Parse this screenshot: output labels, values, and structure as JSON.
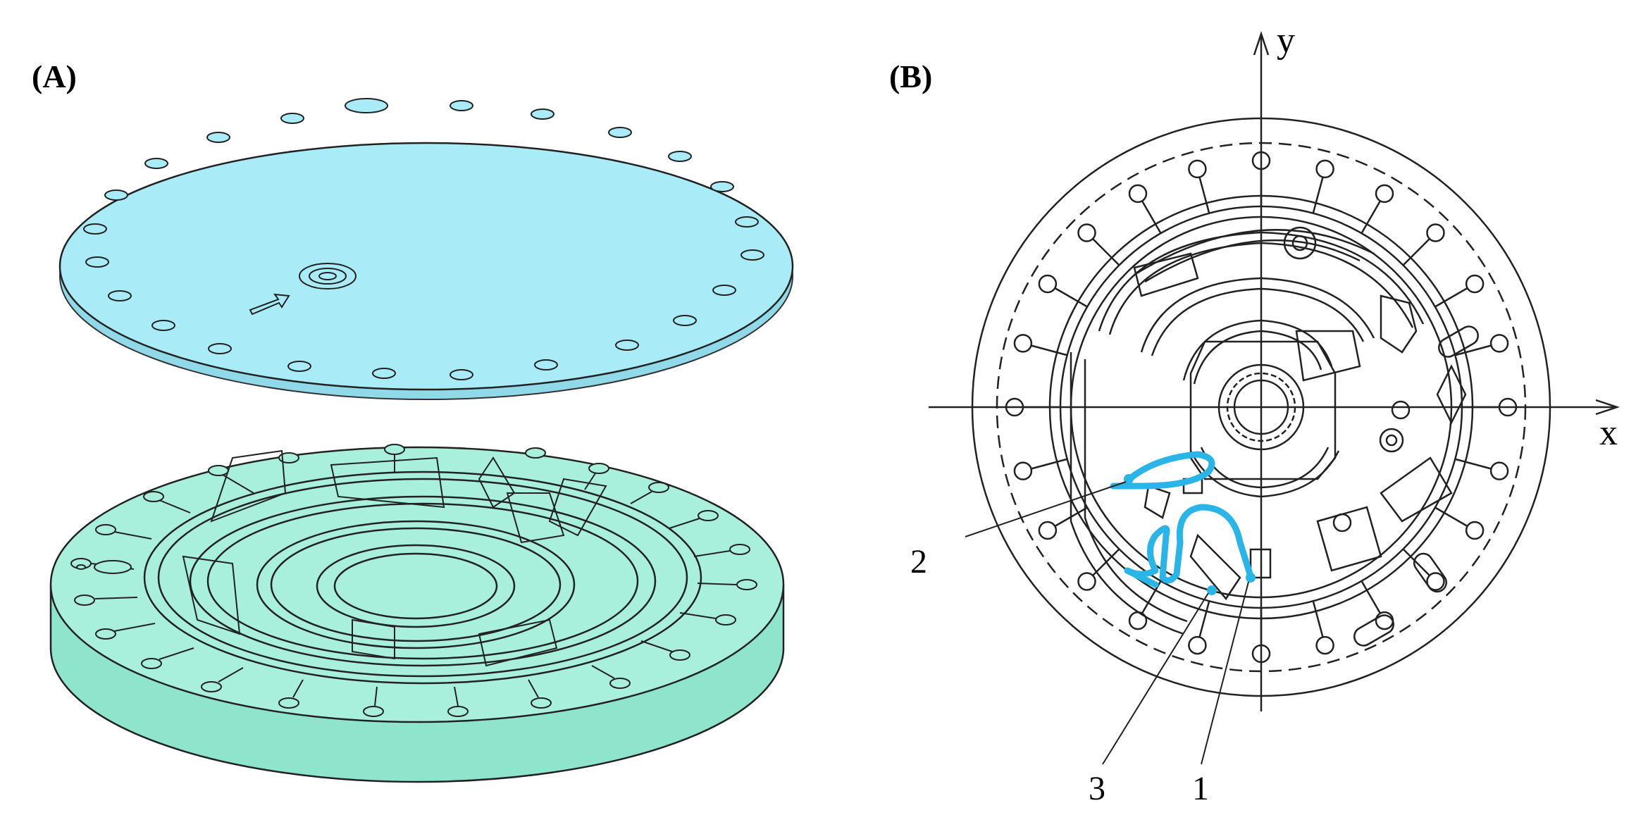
{
  "panel_a": {
    "label": "(A)"
  },
  "panel_b": {
    "label": "(B)",
    "axis_x": "x",
    "axis_y": "y",
    "callouts": [
      "1",
      "2",
      "3"
    ]
  },
  "colors": {
    "lid_fill": "#a9ecf7",
    "lid_edge": "#7fd6e6",
    "base_fill": "#a8f0dc",
    "base_side": "#8ee5cc",
    "channel_highlight": "#29b5e8",
    "line": "#000000"
  }
}
